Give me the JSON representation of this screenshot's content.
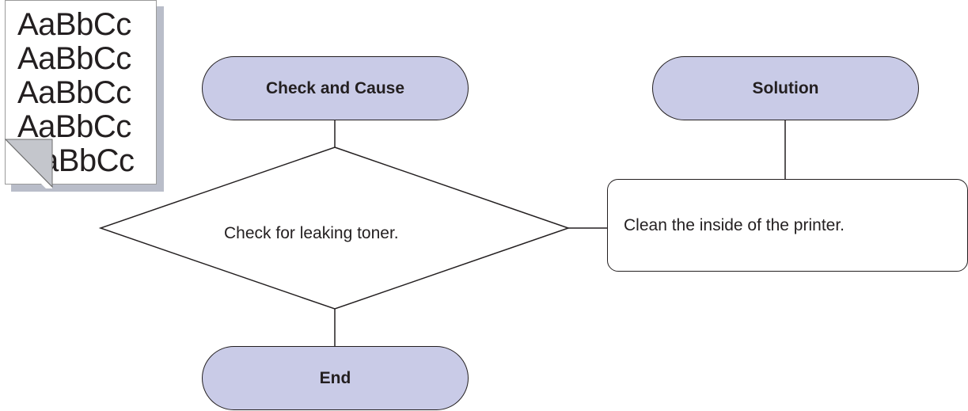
{
  "sample_page": {
    "lines": [
      "AaBbCc",
      "AaBbCc",
      "AaBbCc",
      "AaBbCc",
      "aBbCc"
    ]
  },
  "flowchart": {
    "check_header": "Check and Cause",
    "solution_header": "Solution",
    "decision": "Check for leaking toner.",
    "solution": "Clean the inside of the printer.",
    "end": "End"
  },
  "colors": {
    "terminal_fill": "#c9cbe7",
    "stroke": "#231f20",
    "page_shadow": "#b9bdc9"
  }
}
